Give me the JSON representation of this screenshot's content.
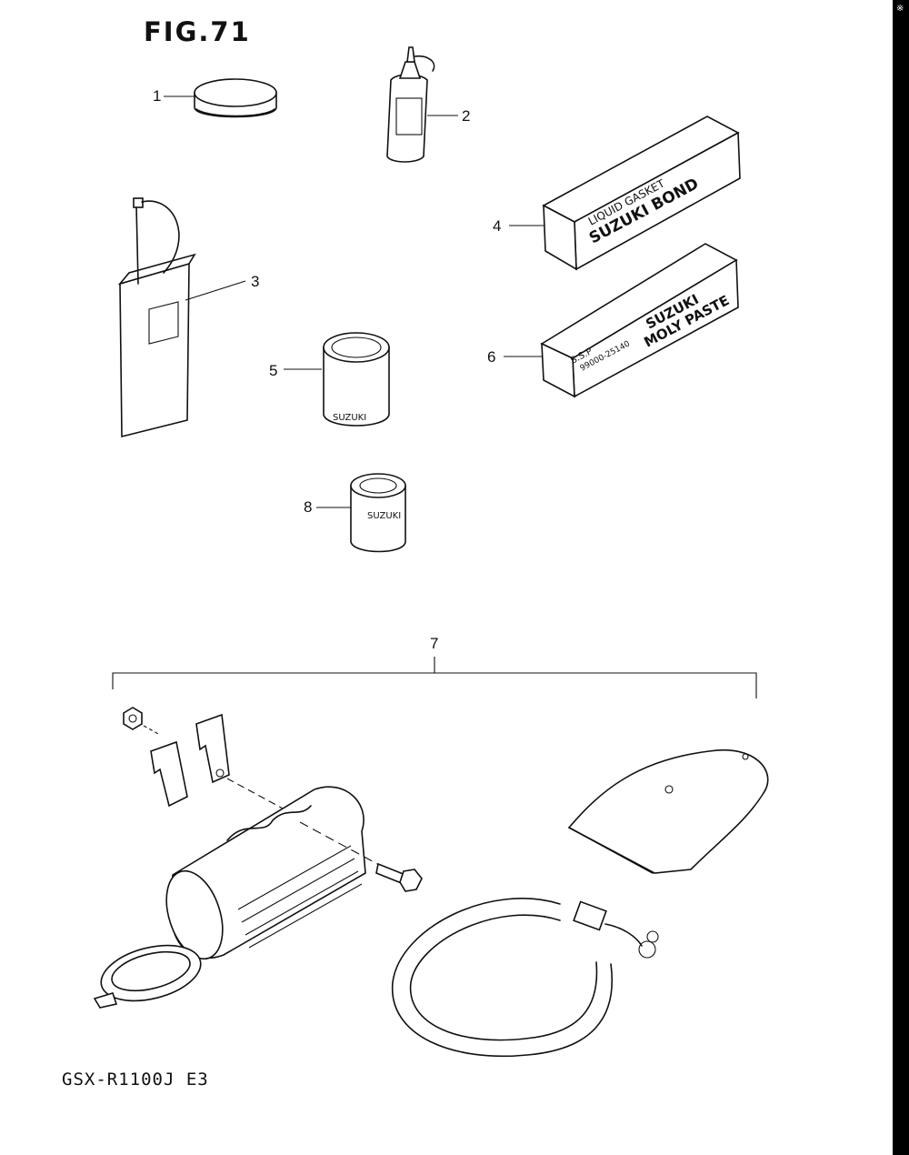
{
  "figure": {
    "title": "FIG.71",
    "model_code": "GSX-R1100J E3",
    "corner_mark": "※"
  },
  "callouts": [
    "1",
    "2",
    "3",
    "4",
    "5",
    "6",
    "7",
    "8"
  ],
  "package_text": {
    "bond_small": "LIQUID GASKET",
    "bond_brand": "SUZUKI BOND",
    "paste_brand": "SUZUKI",
    "paste_name": "MOLY PASTE",
    "paste_label_a": "S.S.P",
    "paste_label_b": "99000-25140",
    "can_text": "SUZUKI",
    "tin_text": "SUZUKI"
  }
}
